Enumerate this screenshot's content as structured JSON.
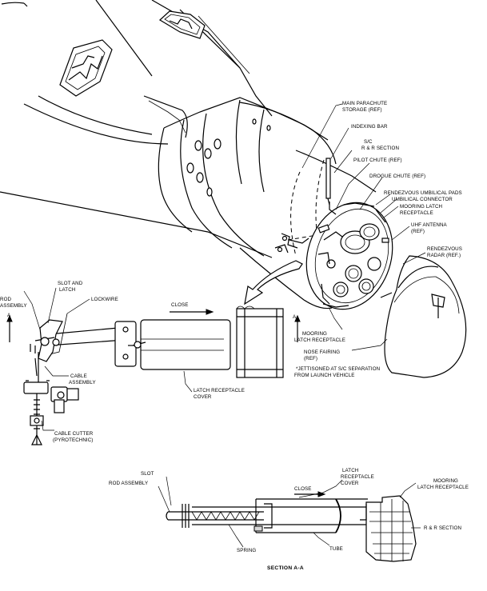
{
  "labels": {
    "main_parachute_1": "MAIN PARACHUTE",
    "main_parachute_2": "STORAGE (REF)",
    "indexing_bar": "INDEXING BAR",
    "sc_rr_1": "S/C",
    "sc_rr_2": "R & R SECTION",
    "pilot_chute": "PILOT CHUTE (REF)",
    "drogue_chute": "DROGUE CHUTE (REF)",
    "rendezvous_pads": "RENDEZVOUS UMBILICAL PADS",
    "umbilical_connector": "UMBILICAL CONNECTOR",
    "mooring_latch_1": "MOORING LATCH",
    "mooring_latch_2": "RECEPTACLE",
    "uhf_antenna_1": "UHF ANTENNA",
    "uhf_antenna_2": "(REF)",
    "rendezvous_radar_1": "RENDEZVOUS",
    "rendezvous_radar_2": "RADAR (REF.)",
    "slot_and_latch_1": "SLOT AND",
    "slot_and_latch_2": "LATCH",
    "rod_assembly_1": "ROD",
    "rod_assembly_2": "ASSEMBLY",
    "lockwire": "LOCKWIRE",
    "close_top": "CLOSE",
    "section_a_left": "A",
    "section_a_right": "A",
    "cable_assembly_1": "CABLE",
    "cable_assembly_2": "ASSEMBLY",
    "cable_cutter_1": "CABLE CUTTER",
    "cable_cutter_2": "(PYROTECHNIC)",
    "latch_cover_1": "LATCH RECEPTACLE",
    "latch_cover_2": "COVER",
    "mooring_latch_b1": "MOORING",
    "mooring_latch_b2": "LATCH RECEPTACLE",
    "nose_fairing_1": "NOSE FAIRING",
    "nose_fairing_2": "(REF)",
    "jettisoned_1": "*JETTISONED AT S/C SEPARATION",
    "jettisoned_2": "FROM LAUNCH VEHICLE",
    "slot_a": "SLOT",
    "rod_assembly_a": "ROD ASSEMBLY",
    "latch_cover_a1": "LATCH",
    "latch_cover_a2": "RECEPTACLE",
    "latch_cover_a3": "COVER",
    "close_a": "CLOSE",
    "mooring_a1": "MOORING",
    "mooring_a2": "LATCH RECEPTACLE",
    "rr_section_a": "R & R SECTION",
    "spring": "SPRING",
    "tube": "TUBE",
    "section_title": "SECTION A-A"
  }
}
